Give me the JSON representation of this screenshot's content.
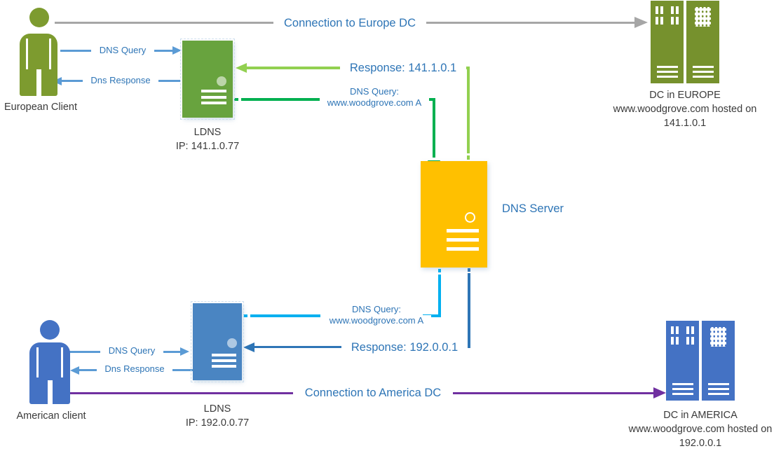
{
  "colors": {
    "gray_connector": "#A6A6A6",
    "purple_connector": "#7030A0",
    "light_green_connector": "#92D050",
    "dark_green_connector": "#00B050",
    "cyan_connector": "#00B0F0",
    "steel_blue_connector": "#2E75B6",
    "light_blue_connector": "#5B9BD5",
    "label_blue": "#2E75B6",
    "caption_color": "#3A3A3A",
    "olive_person": "#7D9B2F",
    "olive_dc": "#76912D",
    "green_server": "#68A33E",
    "yellow_server": "#FFC000",
    "blue_person": "#4472C4",
    "blue_server": "#4A85C2",
    "blue_dc": "#4472C4"
  },
  "nodes": {
    "european_client": {
      "caption": "European Client"
    },
    "ldns_europe": {
      "name": "LDNS",
      "ip": "IP: 141.1.0.77"
    },
    "dc_europe": {
      "name": "DC in EUROPE",
      "host": "www.woodgrove.com hosted on",
      "ip": "141.1.0.1"
    },
    "dns_server": {
      "caption": "DNS Server"
    },
    "american_client": {
      "caption": "American client"
    },
    "ldns_america": {
      "name": "LDNS",
      "ip": "IP: 192.0.0.77"
    },
    "dc_america": {
      "name": "DC in AMERICA",
      "host": "www.woodgrove.com hosted on",
      "ip": "192.0.0.1"
    }
  },
  "connectors": {
    "europe_dc": {
      "label": "Connection to Europe DC"
    },
    "america_dc": {
      "label": "Connection to America DC"
    },
    "eu_dns_query": {
      "label": "DNS Query"
    },
    "eu_dns_response": {
      "label": "Dns Response"
    },
    "us_dns_query": {
      "label": "DNS Query"
    },
    "us_dns_response": {
      "label": "Dns Response"
    },
    "eu_query_to_dns": {
      "line1": "DNS Query:",
      "line2": "www.woodgrove.com A"
    },
    "eu_response_from_dns": {
      "label": "Response: 141.1.0.1"
    },
    "us_query_to_dns": {
      "line1": "DNS Query:",
      "line2": "www.woodgrove.com A"
    },
    "us_response_from_dns": {
      "label": "Response: 192.0.0.1"
    }
  }
}
